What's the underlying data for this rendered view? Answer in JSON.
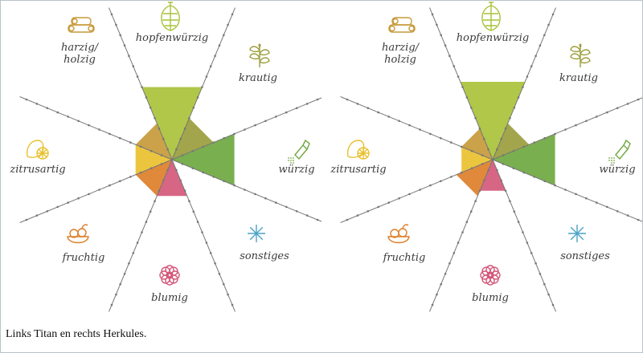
{
  "caption": "Links Titan en rechts Herkules.",
  "categories": {
    "hopfenwuerzig": {
      "label": "hopfenwürzig",
      "color": "#a9c23a"
    },
    "krautig": {
      "label": "krautig",
      "color": "#9a9d3c"
    },
    "wuerzig": {
      "label": "würzig",
      "color": "#6fa840"
    },
    "sonstiges": {
      "label": "sonstiges",
      "color": "#4aa3c8"
    },
    "blumig": {
      "label": "blumig",
      "color": "#d4597a"
    },
    "fruchtig": {
      "label": "fruchtig",
      "color": "#dd7f2a"
    },
    "zitrusartig": {
      "label": "zitrusartig",
      "color": "#e9c02e"
    },
    "harzig": {
      "label": "harzig/\nholzig",
      "color": "#c79a3a"
    }
  },
  "chart_data": [
    {
      "type": "radar",
      "scale": [
        0,
        10
      ],
      "order": [
        "hopfenwuerzig",
        "krautig",
        "wuerzig",
        "sonstiges",
        "blumig",
        "fruchtig",
        "zitrusartig",
        "harzig"
      ],
      "values": {
        "hopfenwuerzig": 7,
        "krautig": 4,
        "wuerzig": 6,
        "sonstiges": 0,
        "blumig": 3.5,
        "fruchtig": 3.5,
        "zitrusartig": 3.5,
        "harzig": 3.5
      }
    },
    {
      "type": "radar",
      "scale": [
        0,
        10
      ],
      "order": [
        "hopfenwuerzig",
        "krautig",
        "wuerzig",
        "sonstiges",
        "blumig",
        "fruchtig",
        "zitrusartig",
        "harzig"
      ],
      "values": {
        "hopfenwuerzig": 7.5,
        "krautig": 3.5,
        "wuerzig": 6,
        "sonstiges": 0,
        "blumig": 3,
        "fruchtig": 3.5,
        "zitrusartig": 3,
        "harzig": 3
      }
    }
  ]
}
